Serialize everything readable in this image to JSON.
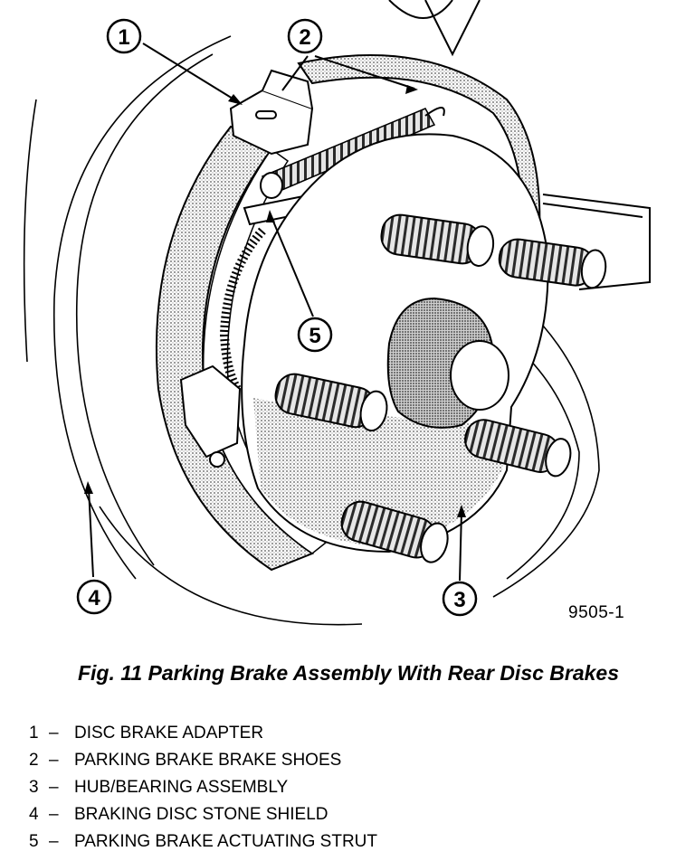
{
  "figure": {
    "callouts": [
      "1",
      "2",
      "3",
      "4",
      "5"
    ],
    "figure_code": "9505-1"
  },
  "caption": "Fig. 11 Parking Brake Assembly With Rear Disc Brakes",
  "legend": [
    {
      "num": "1",
      "sep": "–",
      "label": "DISC BRAKE ADAPTER"
    },
    {
      "num": "2",
      "sep": "–",
      "label": "PARKING BRAKE BRAKE SHOES"
    },
    {
      "num": "3",
      "sep": "–",
      "label": "HUB/BEARING ASSEMBLY"
    },
    {
      "num": "4",
      "sep": "–",
      "label": "BRAKING DISC STONE SHIELD"
    },
    {
      "num": "5",
      "sep": "–",
      "label": "PARKING BRAKE ACTUATING STRUT"
    }
  ]
}
